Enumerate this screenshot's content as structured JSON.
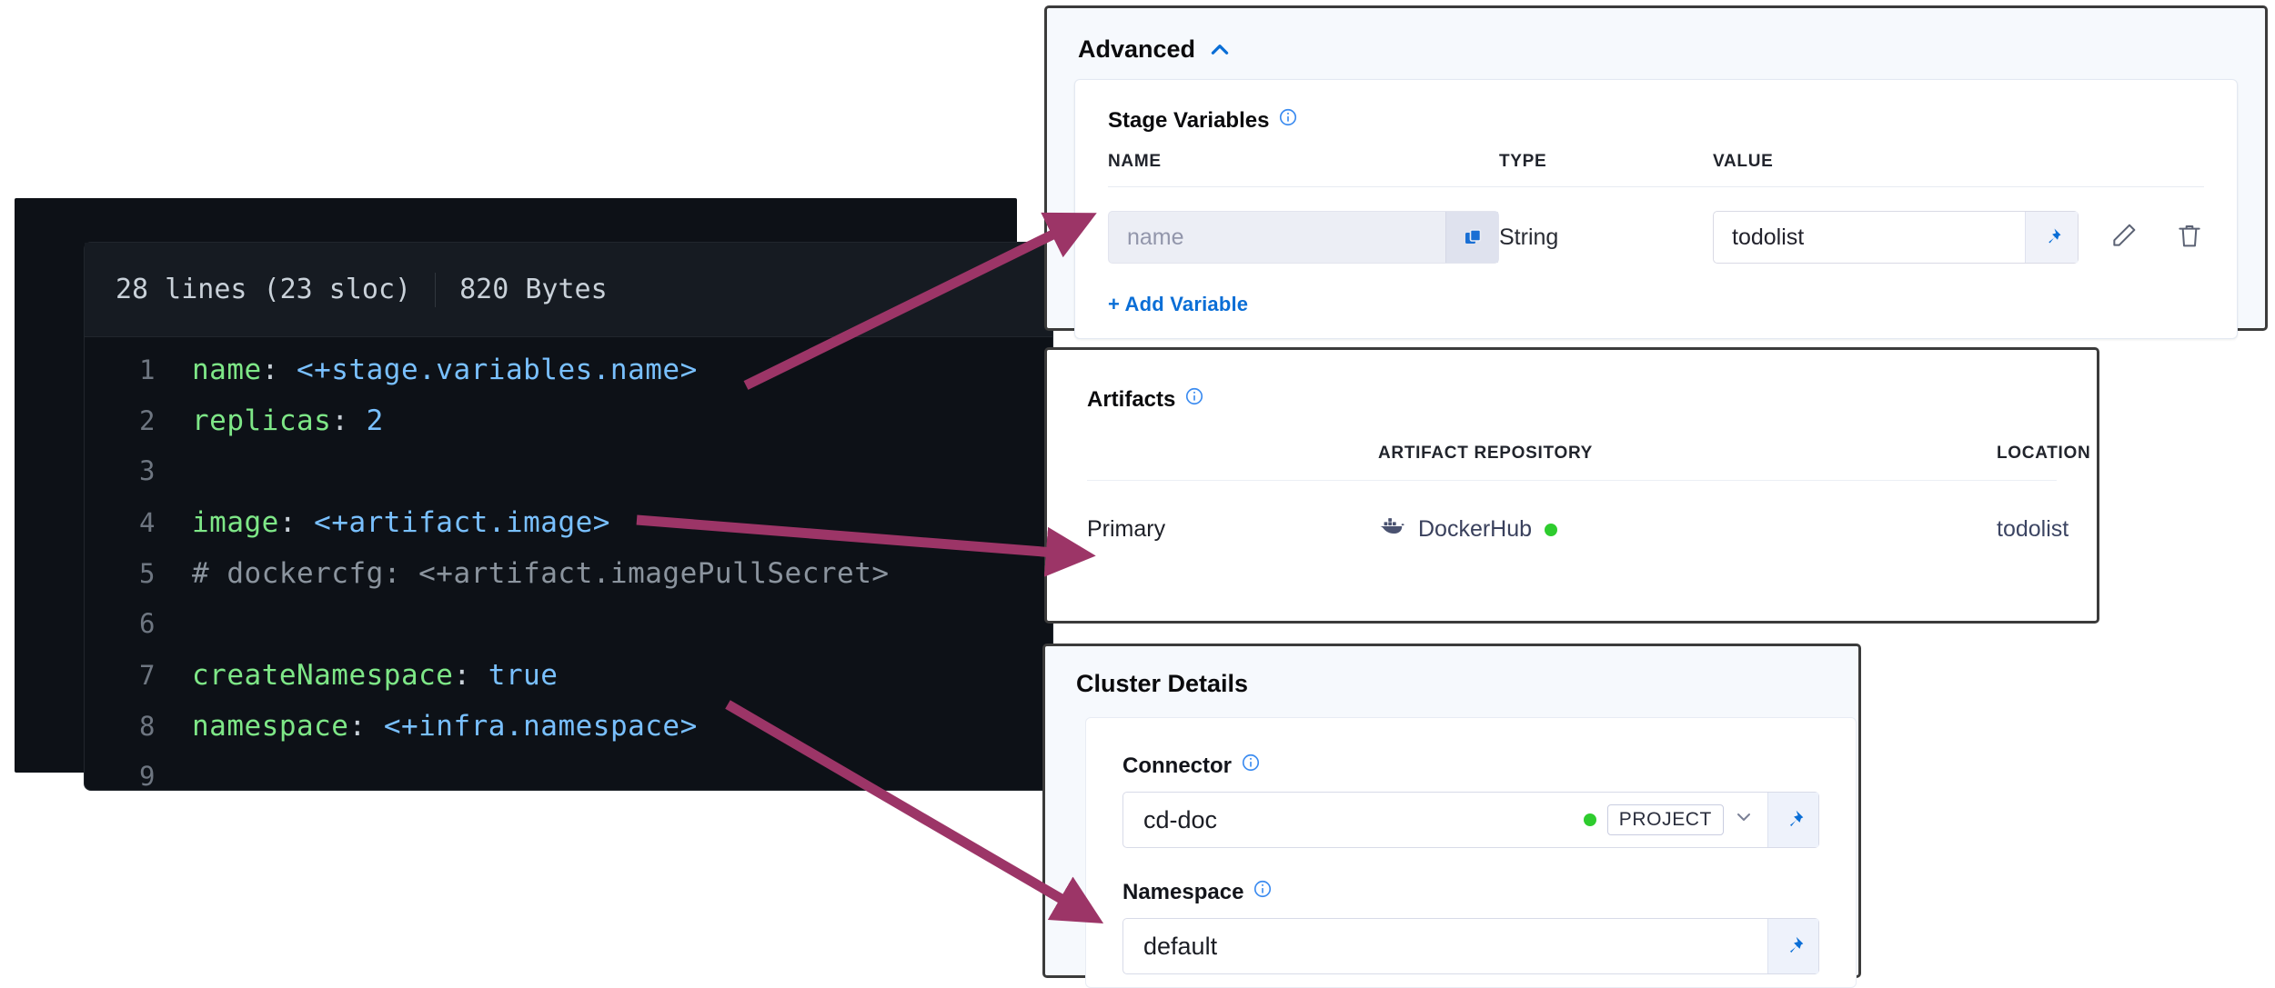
{
  "code_panel": {
    "header": {
      "lines_label": "28 lines (23 sloc)",
      "size_label": "820 Bytes"
    },
    "lines": [
      {
        "num": "1",
        "key": "name",
        "punc": ": ",
        "value": "<+stage.variables.name>",
        "kind": "expr"
      },
      {
        "num": "2",
        "key": "replicas",
        "punc": ": ",
        "value": "2",
        "kind": "num"
      },
      {
        "num": "3",
        "key": "",
        "punc": "",
        "value": "",
        "kind": "empty"
      },
      {
        "num": "4",
        "key": "image",
        "punc": ": ",
        "value": "<+artifact.image>",
        "kind": "expr"
      },
      {
        "num": "5",
        "key": "",
        "punc": "",
        "value": "# dockercfg: <+artifact.imagePullSecret>",
        "kind": "comment"
      },
      {
        "num": "6",
        "key": "",
        "punc": "",
        "value": "",
        "kind": "empty"
      },
      {
        "num": "7",
        "key": "createNamespace",
        "punc": ": ",
        "value": "true",
        "kind": "expr"
      },
      {
        "num": "8",
        "key": "namespace",
        "punc": ": ",
        "value": "<+infra.namespace>",
        "kind": "expr"
      },
      {
        "num": "9",
        "key": "",
        "punc": "",
        "value": "",
        "kind": "empty"
      }
    ]
  },
  "advanced": {
    "title": "Advanced",
    "stage_variables": {
      "label": "Stage Variables",
      "columns": {
        "name": "NAME",
        "type": "TYPE",
        "value": "VALUE"
      },
      "rows": [
        {
          "name_placeholder": "name",
          "name_value": "",
          "type": "String",
          "value": "todolist"
        }
      ],
      "add_variable_label": "+ Add Variable"
    }
  },
  "artifacts": {
    "label": "Artifacts",
    "columns": {
      "identifier": "",
      "repository": "ARTIFACT REPOSITORY",
      "location": "LOCATION"
    },
    "rows": [
      {
        "identifier": "Primary",
        "repository": "DockerHub",
        "status": "connected",
        "location": "todolist"
      }
    ]
  },
  "cluster_details": {
    "title": "Cluster Details",
    "connector": {
      "label": "Connector",
      "value": "cd-doc",
      "scope": "PROJECT",
      "status": "connected"
    },
    "namespace": {
      "label": "Namespace",
      "value": "default"
    }
  },
  "colors": {
    "arrow": "#9c3567",
    "accent_blue": "#0a6ed6",
    "info_blue": "#3b8bf0",
    "status_green": "#2ecc2e",
    "code_bg": "#0d1117",
    "code_key": "#7ee787",
    "code_value": "#79c0ff",
    "code_comment": "#8b949e"
  },
  "icons": {
    "chevron_up": "chevron-up-icon",
    "chevron_down": "chevron-down-icon",
    "info": "info-icon",
    "copy": "copy-icon",
    "pin": "pin-icon",
    "edit": "pencil-icon",
    "delete": "trash-icon",
    "docker": "docker-whale-icon"
  }
}
